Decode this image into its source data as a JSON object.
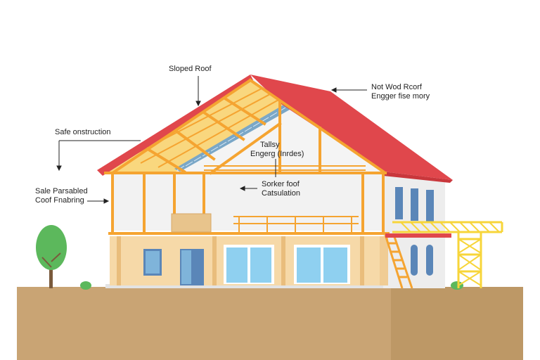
{
  "labels": {
    "sloped_roof": "Sloped Roof",
    "not_wood_roof_line1": "Not Wod Rcorf",
    "not_wood_roof_line2": "Engger fise mory",
    "safe_construction": "Safe onstruction",
    "tallsy_line1": "Tallsy",
    "tallsy_line2": "Engerg (Inrdes)",
    "safe_parsabled_line1": "Sale Parsabled",
    "safe_parsabled_line2": "Coof Fnabring",
    "sorker_roof_line1": "Sorker foof",
    "sorker_roof_line2": "Catsulation"
  },
  "colors": {
    "roof_red": "#e0474c",
    "frame_orange": "#f5a431",
    "insulation_yellow": "#f9d77e",
    "ground_brown": "#c9a474",
    "ground_dark": "#b8915f",
    "wall_beige": "#f6d9a8",
    "side_wall_grey": "#ededed",
    "window_blue": "#8fd0f0",
    "window_navy": "#5a86b8",
    "scaffold_yellow": "#f7d53a",
    "tree_green": "#5cb85c",
    "trunk_brown": "#7a5a3c"
  }
}
